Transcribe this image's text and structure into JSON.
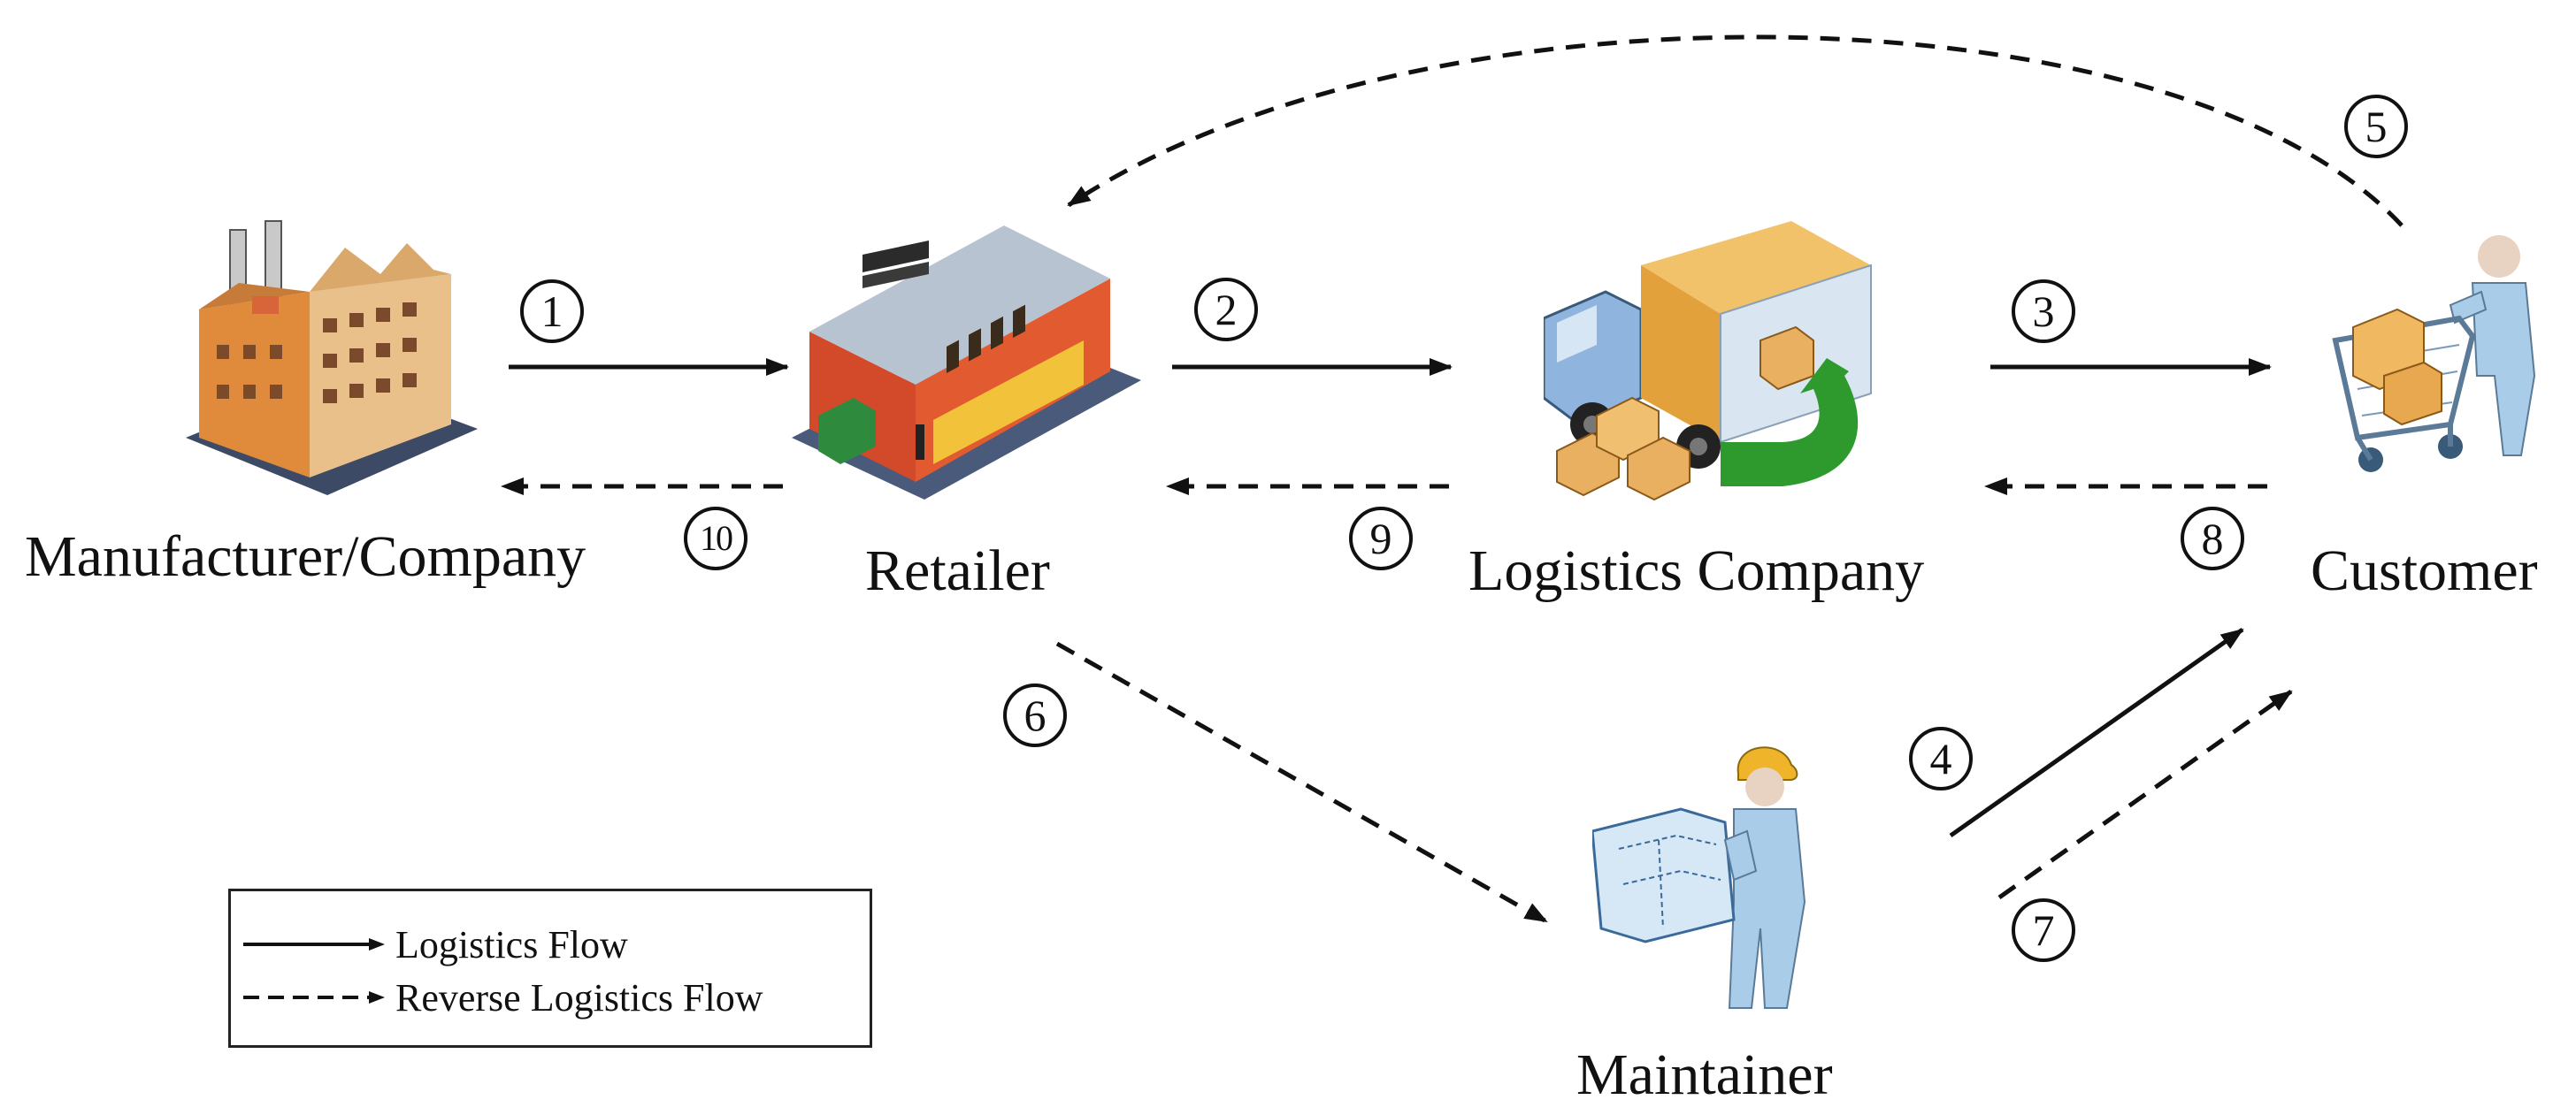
{
  "nodes": {
    "manufacturer": {
      "label": "Manufacturer/Company",
      "icon": "factory-icon"
    },
    "retailer": {
      "label": "Retailer",
      "icon": "store-icon"
    },
    "logistics": {
      "label": "Logistics Company",
      "icon": "delivery-truck-icon"
    },
    "customer": {
      "label": "Customer",
      "icon": "shopping-cart-customer-icon"
    },
    "maintainer": {
      "label": "Maintainer",
      "icon": "maintainer-worker-icon"
    }
  },
  "steps": [
    {
      "id": "s1",
      "label": "1",
      "kind": "logistics",
      "from": "Manufacturer/Company",
      "to": "Retailer"
    },
    {
      "id": "s2",
      "label": "2",
      "kind": "logistics",
      "from": "Retailer",
      "to": "Logistics Company"
    },
    {
      "id": "s3",
      "label": "3",
      "kind": "logistics",
      "from": "Logistics Company",
      "to": "Customer"
    },
    {
      "id": "s4",
      "label": "4",
      "kind": "logistics",
      "from": "Maintainer",
      "to": "Customer"
    },
    {
      "id": "s5",
      "label": "5",
      "kind": "reverse",
      "from": "Customer",
      "to": "Retailer"
    },
    {
      "id": "s6",
      "label": "6",
      "kind": "reverse",
      "from": "Retailer",
      "to": "Maintainer"
    },
    {
      "id": "s7",
      "label": "7",
      "kind": "reverse",
      "from": "Maintainer",
      "to": "Customer"
    },
    {
      "id": "s8",
      "label": "8",
      "kind": "reverse",
      "from": "Customer",
      "to": "Logistics Company"
    },
    {
      "id": "s9",
      "label": "9",
      "kind": "reverse",
      "from": "Logistics Company",
      "to": "Retailer"
    },
    {
      "id": "s10",
      "label": "10",
      "kind": "reverse",
      "from": "Retailer",
      "to": "Manufacturer/Company"
    }
  ],
  "legend": {
    "solid_label": "Logistics Flow",
    "dashed_label": "Reverse Logistics Flow"
  },
  "colors": {
    "line": "#111111",
    "truck_box": "#e3a13c",
    "truck_cab": "#8fb4de",
    "return_arrow": "#2e9a2e",
    "store_wall": "#d24a2a",
    "factory_wall": "#e6b07a",
    "person": "#a9cce8",
    "helmet": "#f0b42a"
  }
}
